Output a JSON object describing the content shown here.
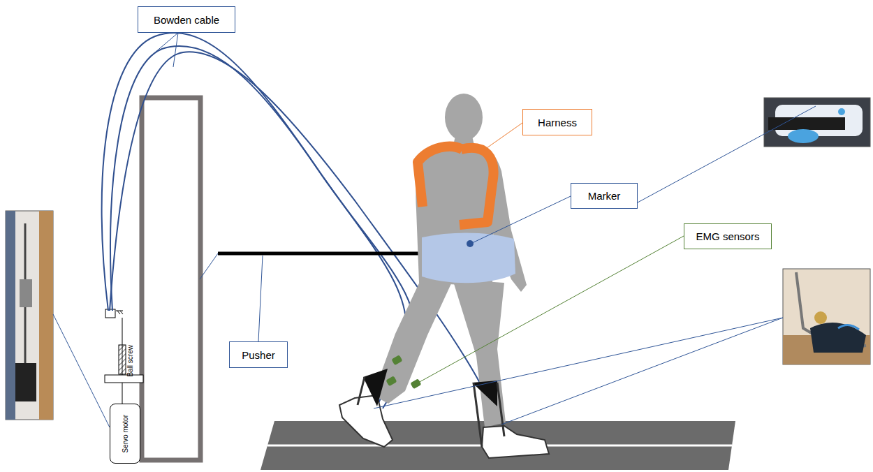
{
  "diagram": {
    "nodes": [
      {
        "text": [
          "Bowden cable"
        ]
      },
      {
        "text": [
          "Harness"
        ]
      },
      {
        "text": [
          "Marker"
        ]
      },
      {
        "text": [
          "EMG sensors"
        ]
      },
      {
        "text": [
          "Pusher"
        ]
      },
      {
        "text": [
          "Servo motor"
        ]
      }
    ],
    "labels": [
      "Ball screw"
    ]
  }
}
